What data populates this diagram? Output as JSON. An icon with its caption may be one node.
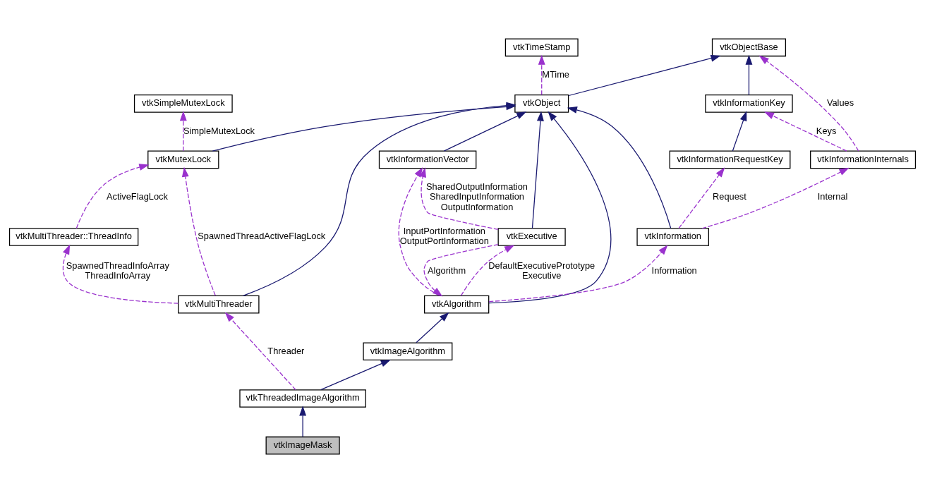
{
  "diagram": {
    "nodes": [
      {
        "text": [
          "vtkObjectBase"
        ]
      },
      {
        "text": [
          "vtkInformationKey"
        ]
      },
      {
        "text": [
          "vtkTimeStamp"
        ]
      },
      {
        "text": [
          "vtkInformationInternals"
        ]
      },
      {
        "text": [
          "vtkInformationRequestKey"
        ]
      },
      {
        "text": [
          "vtkObject"
        ]
      },
      {
        "text": [
          "vtkSimpleMutexLock"
        ]
      },
      {
        "text": [
          "vtkInformation"
        ]
      },
      {
        "text": [
          "vtkInformationVector"
        ]
      },
      {
        "text": [
          "vtkMutexLock"
        ]
      },
      {
        "text": [
          "vtkAlgorithm"
        ]
      },
      {
        "text": [
          "vtkMultiThreader::ThreadInfo"
        ]
      },
      {
        "text": [
          "vtkExecutive"
        ]
      },
      {
        "text": [
          "vtkImageAlgorithm"
        ]
      },
      {
        "text": [
          "vtkMultiThreader"
        ]
      },
      {
        "text": [
          "vtkThreadedImageAlgorithm"
        ]
      },
      {
        "text": [
          "vtkImageMask"
        ]
      }
    ],
    "edges": [
      {
        "from": 1,
        "to": 0,
        "arrow": "to",
        "color": "#191970"
      },
      {
        "from": 5,
        "to": 0,
        "arrow": "to",
        "color": "#191970"
      },
      {
        "from": 3,
        "to": 0,
        "arrow": "to",
        "style": "dashed",
        "label": "Values"
      },
      {
        "from": 3,
        "to": 1,
        "arrow": "to",
        "style": "dashed",
        "label": "Keys"
      },
      {
        "from": 4,
        "to": 1,
        "arrow": "to",
        "color": "#191970"
      },
      {
        "from": 5,
        "to": 2,
        "arrow": "to",
        "style": "dashed",
        "label": "MTime"
      },
      {
        "from": 7,
        "to": 3,
        "arrow": "to",
        "style": "dashed",
        "label": "Internal"
      },
      {
        "from": 7,
        "to": 4,
        "arrow": "to",
        "style": "dashed",
        "label": "Request"
      },
      {
        "from": 7,
        "to": 5,
        "arrow": "to",
        "color": "#191970"
      },
      {
        "from": 12,
        "to": 5,
        "arrow": "to",
        "color": "#191970"
      },
      {
        "from": 10,
        "to": 5,
        "arrow": "to",
        "color": "#191970"
      },
      {
        "from": 8,
        "to": 5,
        "arrow": "to",
        "color": "#191970"
      },
      {
        "from": 14,
        "to": 5,
        "arrow": "to",
        "color": "#191970"
      },
      {
        "from": 9,
        "to": 5,
        "arrow": "to",
        "color": "#191970"
      },
      {
        "from": 9,
        "to": 6,
        "arrow": "to",
        "style": "dashed",
        "label": "SimpleMutexLock"
      },
      {
        "from": 10,
        "to": 7,
        "arrow": "to",
        "style": "dashed",
        "label": "Information"
      },
      {
        "from": 10,
        "to": 8,
        "arrow": "to",
        "style": "dashed",
        "label": "InputPortInformation OutputPortInformation"
      },
      {
        "from": 12,
        "to": 8,
        "arrow": "to",
        "style": "dashed",
        "label": "SharedOutputInformation SharedInputInformation OutputInformation"
      },
      {
        "from": 11,
        "to": 9,
        "arrow": "to",
        "style": "dashed",
        "label": "ActiveFlagLock"
      },
      {
        "from": 14,
        "to": 9,
        "arrow": "to",
        "style": "dashed",
        "label": "SpawnedThreadActiveFlagLock"
      },
      {
        "from": 10,
        "to": 12,
        "arrow": "to",
        "style": "dashed",
        "label": "DefaultExecutivePrototype Executive"
      },
      {
        "from": 12,
        "to": 10,
        "arrow": "to",
        "style": "dashed",
        "label": "Algorithm"
      },
      {
        "from": 13,
        "to": 10,
        "arrow": "to",
        "color": "#191970"
      },
      {
        "from": 14,
        "to": 11,
        "arrow": "to",
        "style": "dashed",
        "label": "SpawnedThreadInfoArray ThreadInfoArray"
      },
      {
        "from": 15,
        "to": 13,
        "arrow": "to",
        "color": "#191970"
      },
      {
        "from": 15,
        "to": 14,
        "arrow": "to",
        "style": "dashed",
        "label": "Threader"
      },
      {
        "from": 16,
        "to": 15,
        "arrow": "to",
        "color": "#191970"
      }
    ]
  }
}
